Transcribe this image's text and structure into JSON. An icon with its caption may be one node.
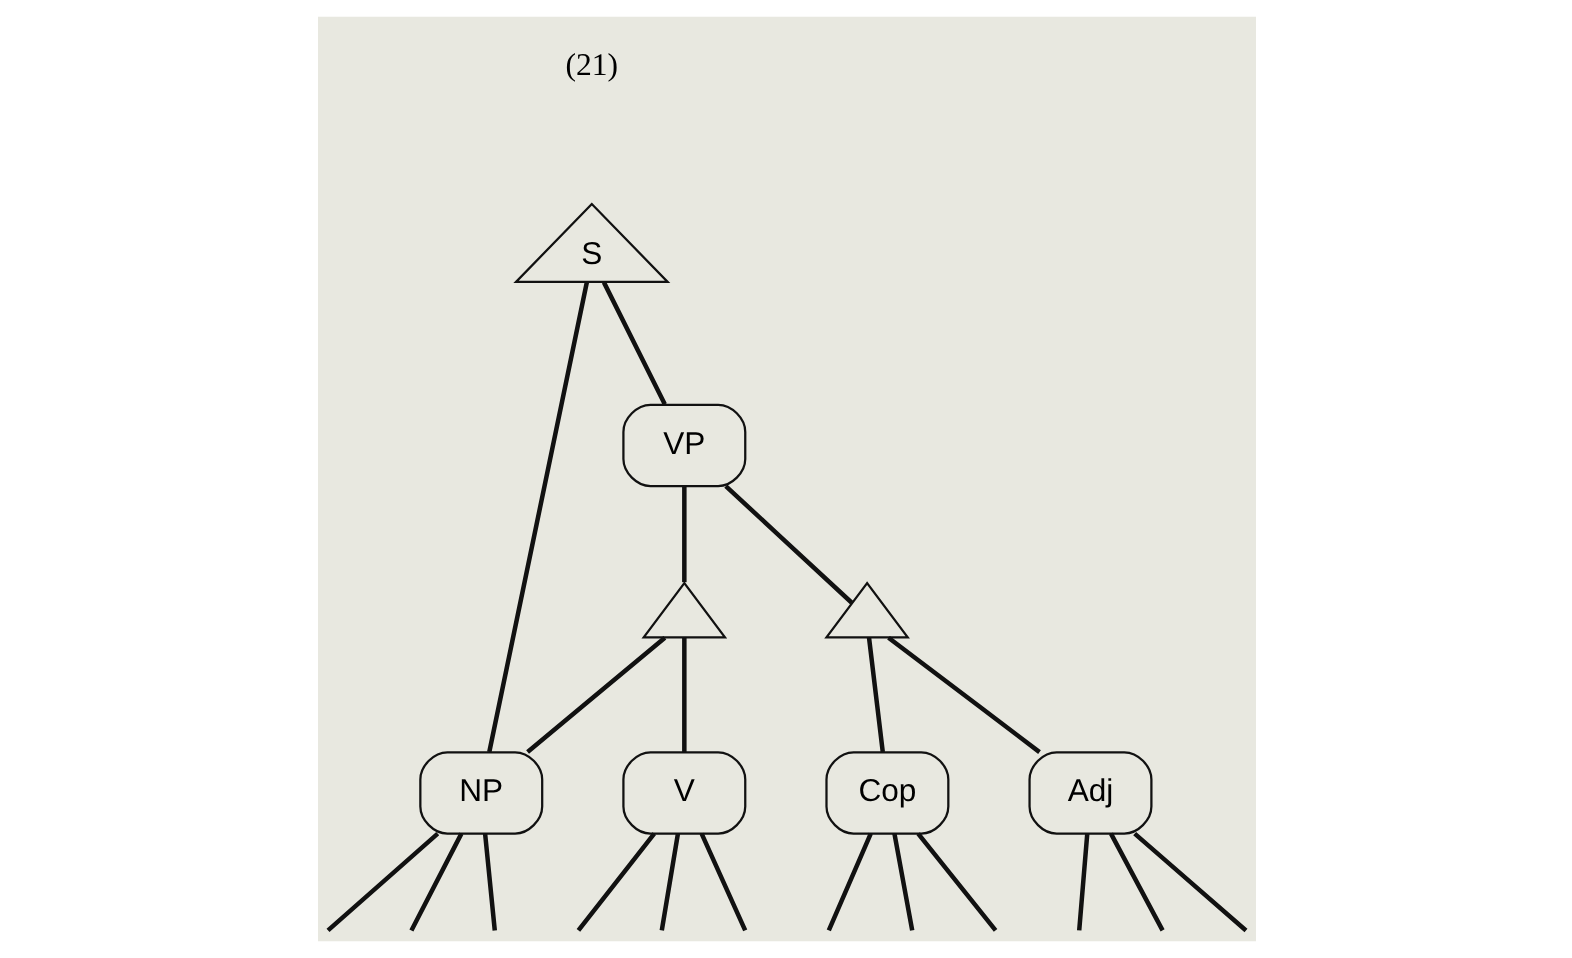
{
  "diagram": {
    "nodes": [
      {
        "text": [
          "S"
        ]
      },
      {
        "text": [
          "VP"
        ]
      },
      {
        "text": [],
        "shape": "triangle"
      },
      {
        "text": [],
        "shape": "triangle"
      },
      {
        "text": [
          "NP"
        ]
      },
      {
        "text": [
          "V"
        ]
      },
      {
        "text": [
          "Cop"
        ]
      },
      {
        "text": [
          "Adj"
        ]
      }
    ],
    "edges": [
      {
        "from": 0,
        "to": 4,
        "arrow": "none"
      },
      {
        "from": 0,
        "to": 1,
        "arrow": "none"
      },
      {
        "from": 1,
        "to": 2,
        "arrow": "none"
      },
      {
        "from": 1,
        "to": 3,
        "arrow": "none"
      },
      {
        "from": 2,
        "to": 4,
        "arrow": "none"
      },
      {
        "from": 2,
        "to": 5,
        "arrow": "none"
      },
      {
        "from": 3,
        "to": 6,
        "arrow": "none"
      },
      {
        "from": 3,
        "to": 7,
        "arrow": "none"
      },
      {
        "from": 4,
        "to": null,
        "arrow": "none"
      },
      {
        "from": 4,
        "to": null,
        "arrow": "none"
      },
      {
        "from": 4,
        "to": null,
        "arrow": "none"
      },
      {
        "from": 5,
        "to": null,
        "arrow": "none"
      },
      {
        "from": 5,
        "to": null,
        "arrow": "none"
      },
      {
        "from": 5,
        "to": null,
        "arrow": "none"
      },
      {
        "from": 6,
        "to": null,
        "arrow": "none"
      },
      {
        "from": 6,
        "to": null,
        "arrow": "none"
      },
      {
        "from": 6,
        "to": null,
        "arrow": "none"
      },
      {
        "from": 7,
        "to": null,
        "arrow": "none"
      },
      {
        "from": 7,
        "to": null,
        "arrow": "none"
      },
      {
        "from": 7,
        "to": null,
        "arrow": "none"
      }
    ],
    "labels": [
      "(21)"
    ]
  }
}
